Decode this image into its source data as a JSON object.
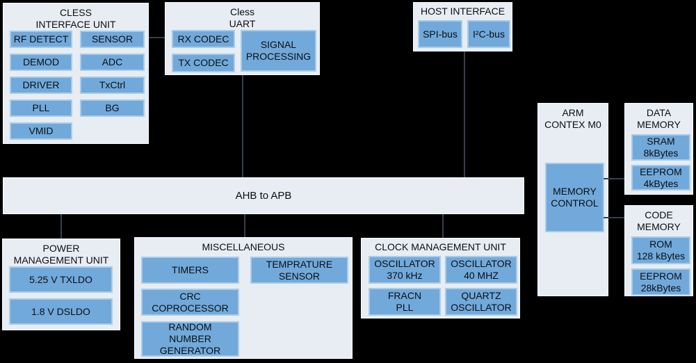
{
  "colors": {
    "background": "#000000",
    "panel_fill": "#e7edf2",
    "panel_border": "#fbfdfe",
    "block_fill": "#71a9db",
    "block_border": "#a9cbe9",
    "connector": "#33404d",
    "text": "#0b0e11"
  },
  "cless_unit": {
    "title": "CLESS\nINTERFACE UNIT",
    "blocks": [
      "RF DETECT",
      "SENSOR",
      "DEMOD",
      "ADC",
      "DRIVER",
      "TxCtrl",
      "PLL",
      "BG",
      "VMID"
    ]
  },
  "cless_uart": {
    "title": "Cless\nUART",
    "rx_codec": "RX CODEC",
    "tx_codec": "TX CODEC",
    "signal_processing": "SIGNAL\nPROCESSING"
  },
  "host_interface": {
    "title": "HOST INTERFACE",
    "spi_bus": "SPI-bus",
    "i2c_bus": "I²C-bus"
  },
  "ahb_bar": {
    "label": "AHB to APB"
  },
  "arm": {
    "title": "ARM\nCONTEX M0",
    "memory_control": "MEMORY\nCONTROL"
  },
  "data_memory": {
    "title": "DATA\nMEMORY",
    "sram": "SRAM\n8kBytes",
    "eeprom": "EEPROM\n4kBytes"
  },
  "code_memory": {
    "title": "CODE\nMEMORY",
    "rom": "ROM\n128 kBytes",
    "eeprom": "EEPROM\n28kBytes"
  },
  "power_mgmt": {
    "title": "POWER\nMANAGEMENT UNIT",
    "txldo": "5.25 V TXLDO",
    "dsldo": "1.8 V DSLDO"
  },
  "miscellaneous": {
    "title": "MISCELLANEOUS",
    "timers": "TIMERS",
    "temperature_sensor": "TEMPRATURE\nSENSOR",
    "crc_coprocessor": "CRC\nCOPROCESSOR",
    "random_number_generator": "RANDOM\nNUMBER\nGENERATOR"
  },
  "clock_mgmt": {
    "title": "CLOCK MANAGEMENT UNIT",
    "oscillator_370": "OSCILLATOR\n370 kHz",
    "oscillator_40": "OSCILLATOR\n40 MHZ",
    "fracn_pll": "FRACN\nPLL",
    "quartz_oscillator": "QUARTZ\nOSCILLATOR"
  }
}
